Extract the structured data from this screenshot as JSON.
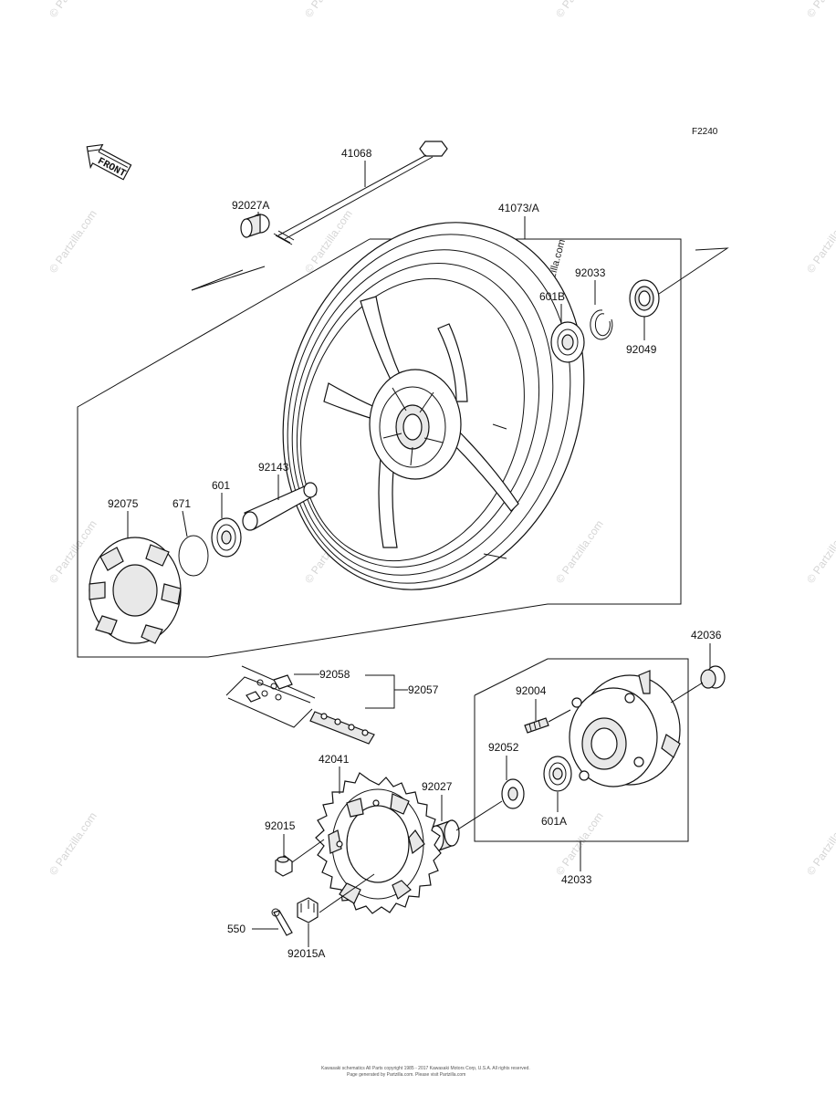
{
  "figure_code": "F2240",
  "front_label": "FRONT",
  "watermark": "© Partzilla.com",
  "copyright_line1": "Kawasaki schematics All Parts copyright 1985 - 2017 Kawasaki Motors Corp, U.S.A. All rights reserved.",
  "copyright_line2": "Page generated by Partzilla.com. Please visit Partzilla.com",
  "parts": {
    "p41068": "41068",
    "p92027A": "92027A",
    "p41073A": "41073/A",
    "p92033": "92033",
    "p601B": "601B",
    "p92049": "92049",
    "p92143": "92143",
    "p601": "601",
    "p671": "671",
    "p92075": "92075",
    "p92058": "92058",
    "p92057": "92057",
    "p42036": "42036",
    "p92004": "92004",
    "p92052": "92052",
    "p601A": "601A",
    "p92027": "92027",
    "p42041": "42041",
    "p92015": "92015",
    "p550": "550",
    "p92015A": "92015A",
    "p42033": "42033"
  }
}
